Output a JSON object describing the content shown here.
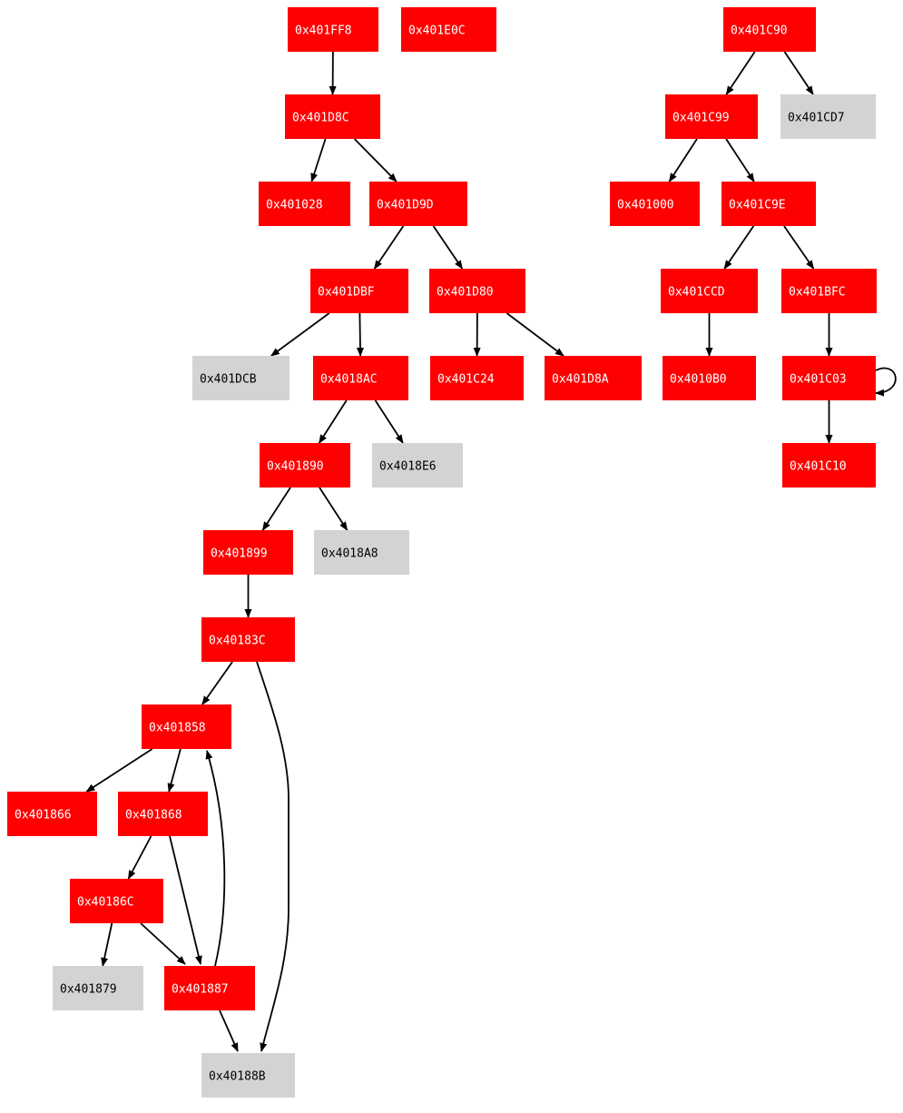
{
  "colors": {
    "hit_fill": "#ff0000",
    "hit_text": "#ffffff",
    "miss_fill": "#d3d3d3",
    "miss_text": "#000000",
    "edge": "#000000",
    "background": "#ffffff"
  },
  "nodes": [
    {
      "id": "n401FF8",
      "label": "0x401FF8",
      "status": "hit"
    },
    {
      "id": "n401E0C",
      "label": "0x401E0C",
      "status": "hit"
    },
    {
      "id": "n401C90",
      "label": "0x401C90",
      "status": "hit"
    },
    {
      "id": "n401D8C",
      "label": "0x401D8C",
      "status": "hit"
    },
    {
      "id": "n401C99",
      "label": "0x401C99",
      "status": "hit"
    },
    {
      "id": "n401CD7",
      "label": "0x401CD7",
      "status": "miss"
    },
    {
      "id": "n401028",
      "label": "0x401028",
      "status": "hit"
    },
    {
      "id": "n401D9D",
      "label": "0x401D9D",
      "status": "hit"
    },
    {
      "id": "n401000",
      "label": "0x401000",
      "status": "hit"
    },
    {
      "id": "n401C9E",
      "label": "0x401C9E",
      "status": "hit"
    },
    {
      "id": "n401DBF",
      "label": "0x401DBF",
      "status": "hit"
    },
    {
      "id": "n401D80",
      "label": "0x401D80",
      "status": "hit"
    },
    {
      "id": "n401CCD",
      "label": "0x401CCD",
      "status": "hit"
    },
    {
      "id": "n401BFC",
      "label": "0x401BFC",
      "status": "hit"
    },
    {
      "id": "n401DCB",
      "label": "0x401DCB",
      "status": "miss"
    },
    {
      "id": "n4018AC",
      "label": "0x4018AC",
      "status": "hit"
    },
    {
      "id": "n401C24",
      "label": "0x401C24",
      "status": "hit"
    },
    {
      "id": "n401D8A",
      "label": "0x401D8A",
      "status": "hit"
    },
    {
      "id": "n4010B0",
      "label": "0x4010B0",
      "status": "hit"
    },
    {
      "id": "n401C03",
      "label": "0x401C03",
      "status": "hit"
    },
    {
      "id": "n401890",
      "label": "0x401890",
      "status": "hit"
    },
    {
      "id": "n4018E6",
      "label": "0x4018E6",
      "status": "miss"
    },
    {
      "id": "n401C10",
      "label": "0x401C10",
      "status": "hit"
    },
    {
      "id": "n401899",
      "label": "0x401899",
      "status": "hit"
    },
    {
      "id": "n4018A8",
      "label": "0x4018A8",
      "status": "miss"
    },
    {
      "id": "n40183C",
      "label": "0x40183C",
      "status": "hit"
    },
    {
      "id": "n401858",
      "label": "0x401858",
      "status": "hit"
    },
    {
      "id": "n401866",
      "label": "0x401866",
      "status": "hit"
    },
    {
      "id": "n401868",
      "label": "0x401868",
      "status": "hit"
    },
    {
      "id": "n40186C",
      "label": "0x40186C",
      "status": "hit"
    },
    {
      "id": "n401879",
      "label": "0x401879",
      "status": "miss"
    },
    {
      "id": "n401887",
      "label": "0x401887",
      "status": "hit"
    },
    {
      "id": "n40188B",
      "label": "0x40188B",
      "status": "miss"
    }
  ],
  "edges": [
    {
      "from": "n401FF8",
      "to": "n401D8C"
    },
    {
      "from": "n401D8C",
      "to": "n401028"
    },
    {
      "from": "n401D8C",
      "to": "n401D9D"
    },
    {
      "from": "n401D9D",
      "to": "n401DBF"
    },
    {
      "from": "n401D9D",
      "to": "n401D80"
    },
    {
      "from": "n401DBF",
      "to": "n401DCB"
    },
    {
      "from": "n401DBF",
      "to": "n4018AC"
    },
    {
      "from": "n401D80",
      "to": "n401C24"
    },
    {
      "from": "n401D80",
      "to": "n401D8A"
    },
    {
      "from": "n4018AC",
      "to": "n401890"
    },
    {
      "from": "n4018AC",
      "to": "n4018E6"
    },
    {
      "from": "n401890",
      "to": "n401899"
    },
    {
      "from": "n401890",
      "to": "n4018A8"
    },
    {
      "from": "n401899",
      "to": "n40183C"
    },
    {
      "from": "n40183C",
      "to": "n401858"
    },
    {
      "from": "n40183C",
      "to": "n40188B"
    },
    {
      "from": "n401858",
      "to": "n401866"
    },
    {
      "from": "n401858",
      "to": "n401868"
    },
    {
      "from": "n401868",
      "to": "n40186C"
    },
    {
      "from": "n401868",
      "to": "n401887"
    },
    {
      "from": "n40186C",
      "to": "n401879"
    },
    {
      "from": "n40186C",
      "to": "n401887"
    },
    {
      "from": "n401887",
      "to": "n401858"
    },
    {
      "from": "n401887",
      "to": "n40188B"
    },
    {
      "from": "n401C90",
      "to": "n401C99"
    },
    {
      "from": "n401C90",
      "to": "n401CD7"
    },
    {
      "from": "n401C99",
      "to": "n401000"
    },
    {
      "from": "n401C99",
      "to": "n401C9E"
    },
    {
      "from": "n401C9E",
      "to": "n401CCD"
    },
    {
      "from": "n401C9E",
      "to": "n401BFC"
    },
    {
      "from": "n401CCD",
      "to": "n4010B0"
    },
    {
      "from": "n401BFC",
      "to": "n401C03"
    },
    {
      "from": "n401C03",
      "to": "n401C03"
    },
    {
      "from": "n401C03",
      "to": "n401C10"
    }
  ]
}
